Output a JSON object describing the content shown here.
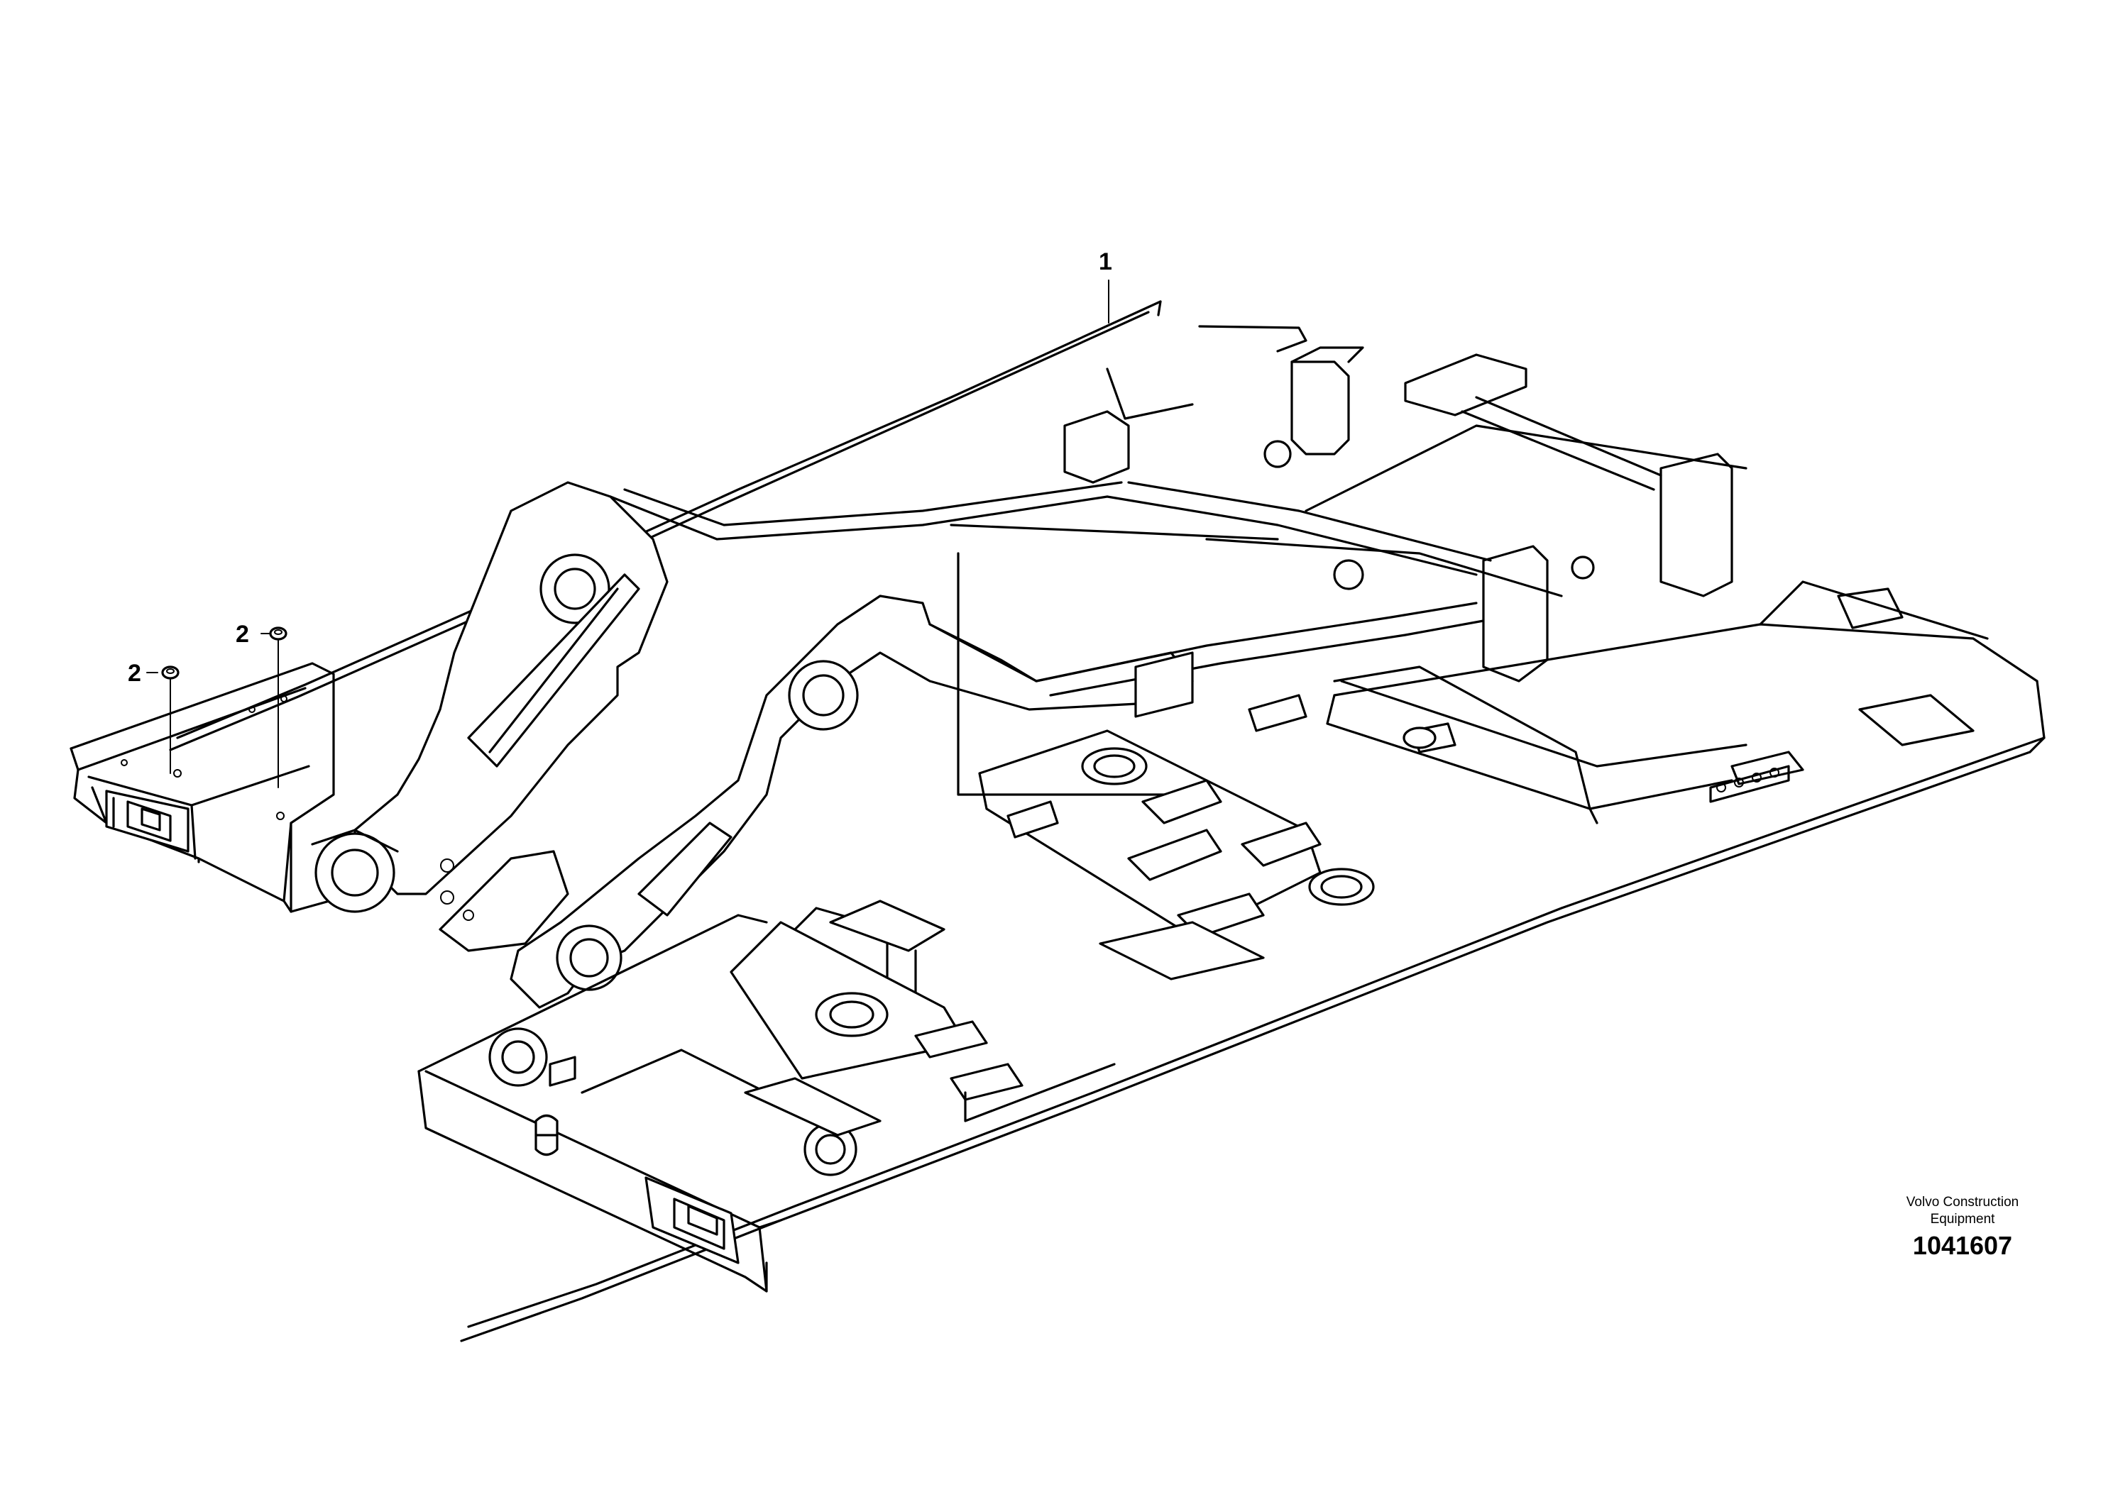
{
  "figure": {
    "callouts": [
      {
        "label": "1",
        "part": "frame"
      },
      {
        "label": "2",
        "part": "nut"
      },
      {
        "label": "2",
        "part": "nut"
      }
    ],
    "caption": {
      "maker_line_1": "Volvo Construction",
      "maker_line_2": "Equipment",
      "drawing_number": "1041607"
    }
  }
}
